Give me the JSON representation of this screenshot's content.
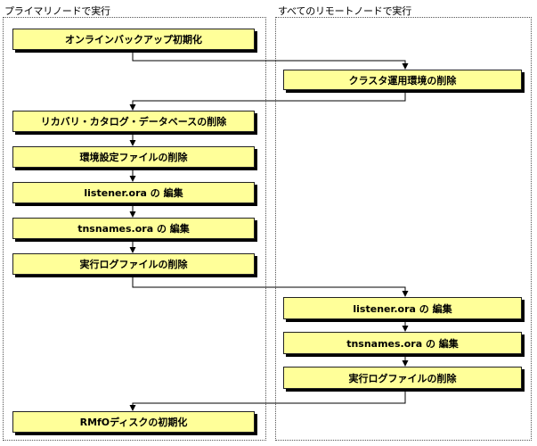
{
  "lanes": {
    "primary": {
      "title": "プライマリノードで実行"
    },
    "remote": {
      "title": "すべてのリモートノードで実行"
    }
  },
  "steps": {
    "online_backup_init": "オンラインバックアップ初期化",
    "delete_cluster_env": "クラスタ運用環境の削除",
    "delete_recovery_catalog_db": "リカバリ・カタログ・データベースの削除",
    "delete_env_settings_file": "環境設定ファイルの削除",
    "edit_listener_primary": "listener.ora の 編集",
    "edit_tnsnames_primary": "tnsnames.ora の 編集",
    "delete_exec_log_primary": "実行ログファイルの削除",
    "edit_listener_remote": "listener.ora の 編集",
    "edit_tnsnames_remote": "tnsnames.ora の 編集",
    "delete_exec_log_remote": "実行ログファイルの削除",
    "init_rmfo_disk": "RMfOディスクの初期化"
  }
}
